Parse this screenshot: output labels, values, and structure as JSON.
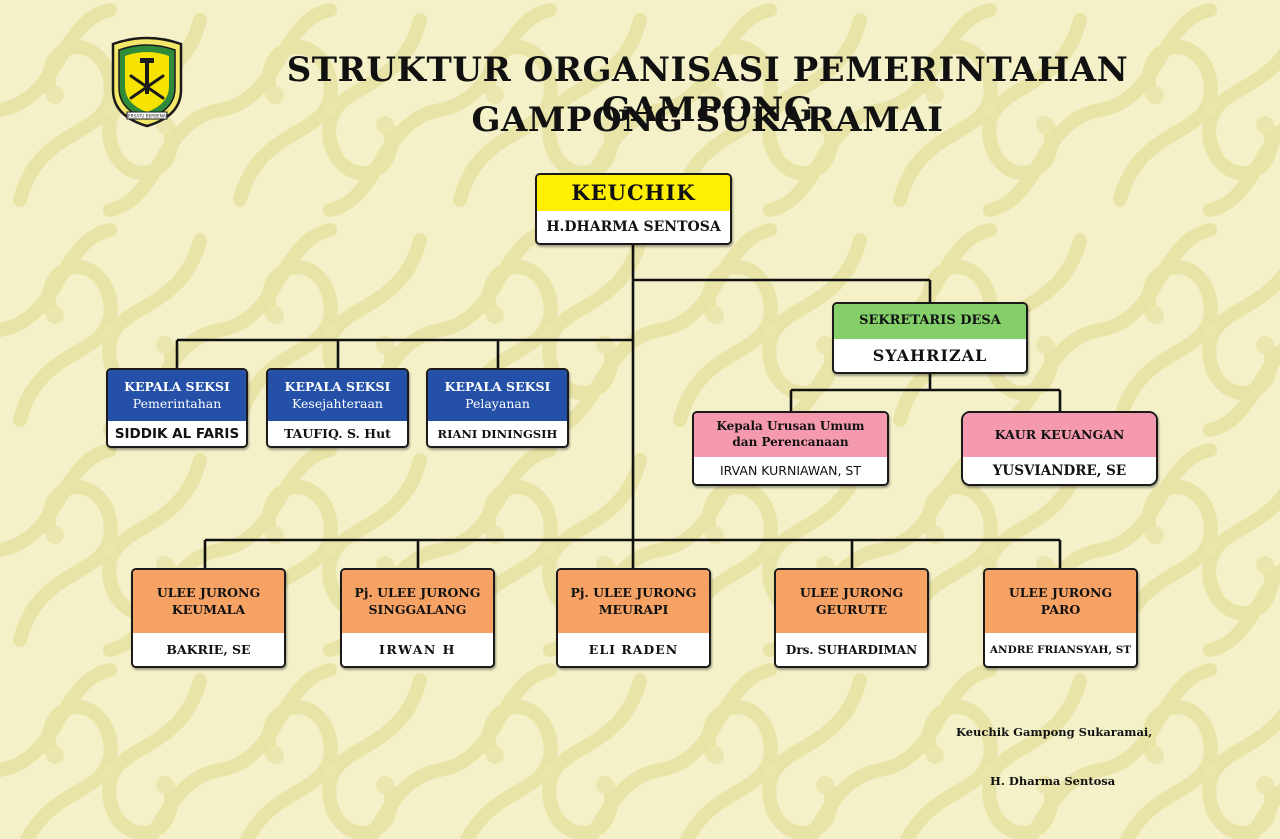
{
  "header": {
    "title_line1": "STRUKTUR ORGANISASI PEMERINTAHAN GAMPONG",
    "title_line2": "GAMPONG SUKARAMAI",
    "logo_motto": "BERSATU BERBENAH"
  },
  "chart": {
    "keuchik": {
      "role": "KEUCHIK",
      "name": "H.DHARMA SENTOSA"
    },
    "sekretaris": {
      "role": "SEKRETARIS DESA",
      "name": "SYAHRIZAL"
    },
    "kasi": [
      {
        "role_line1": "KEPALA SEKSI",
        "role_line2": "Pemerintahan",
        "name": "SIDDIK AL FARIS"
      },
      {
        "role_line1": "KEPALA SEKSI",
        "role_line2": "Kesejahteraan",
        "name": "TAUFIQ. S. Hut"
      },
      {
        "role_line1": "KEPALA SEKSI",
        "role_line2": "Pelayanan",
        "name": "RIANI DININGSIH"
      }
    ],
    "kaur": [
      {
        "role_line1": "Kepala Urusan Umum",
        "role_line2": "dan Perencanaan",
        "name": "IRVAN KURNIAWAN, ST"
      },
      {
        "role_line1": "KAUR KEUANGAN",
        "role_line2": "",
        "name": "YUSVIANDRE, SE"
      }
    ],
    "jurong": [
      {
        "role_line1": "ULEE JURONG",
        "role_line2": "KEUMALA",
        "name": "BAKRIE, SE"
      },
      {
        "role_line1": "Pj. ULEE JURONG",
        "role_line2": "SINGGALANG",
        "name": "IRWAN H"
      },
      {
        "role_line1": "Pj. ULEE JURONG",
        "role_line2": "MEURAPI",
        "name": "ELI RADEN"
      },
      {
        "role_line1": "ULEE JURONG",
        "role_line2": "GEURUTE",
        "name": "Drs. SUHARDIMAN"
      },
      {
        "role_line1": "ULEE JURONG",
        "role_line2": "PARO",
        "name": "ANDRE FRIANSYAH, ST"
      }
    ]
  },
  "signature": {
    "line1": "Keuchik Gampong Sukaramai,",
    "line2": "H. Dharma Sentosa"
  },
  "colors": {
    "background": "#f4f1c9",
    "keuchik_head": "#ffef00",
    "sekretaris_head": "#84cf6a",
    "kasi_head": "#2450a8",
    "kaur_head": "#f59aae",
    "jurong_head": "#f6a264"
  }
}
